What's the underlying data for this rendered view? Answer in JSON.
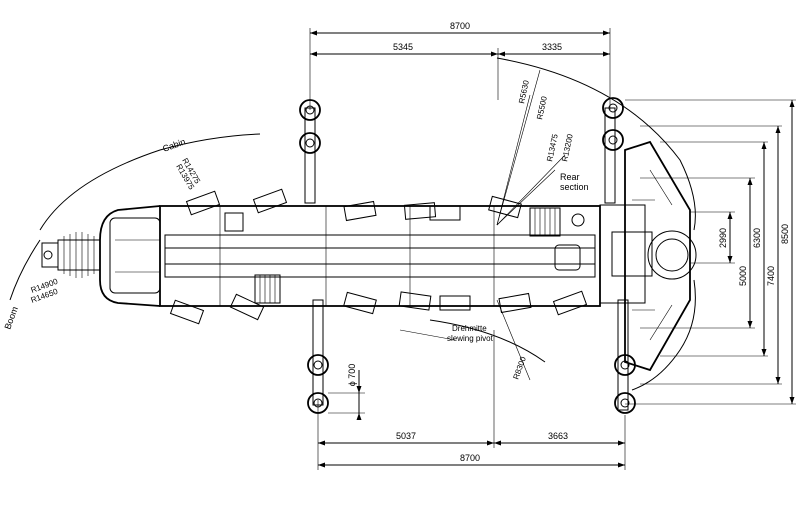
{
  "dimensions": {
    "top_total": "8700",
    "top_left": "5345",
    "top_right": "3335",
    "bottom_left": "5037",
    "bottom_right": "3663",
    "bottom_total": "8700",
    "outrigger_pad": "ϕ 700",
    "width_2990": "2990",
    "width_5000": "5000",
    "width_6300": "6300",
    "width_7400": "7400",
    "width_8500": "8500"
  },
  "radii": {
    "r5630": "R5630",
    "r5500": "R5500",
    "r13475": "R13475",
    "r13200": "R13200",
    "r14275": "R14275",
    "r13975": "R13975",
    "r14900": "R14900",
    "r14650": "R14650",
    "r8300": "R8300"
  },
  "labels": {
    "cabin": "Cabin",
    "rear_section_1": "Rear",
    "rear_section_2": "section",
    "boom": "Boom",
    "slewing_pivot_1": "Drehmitte",
    "slewing_pivot_2": "slewing pivot"
  }
}
